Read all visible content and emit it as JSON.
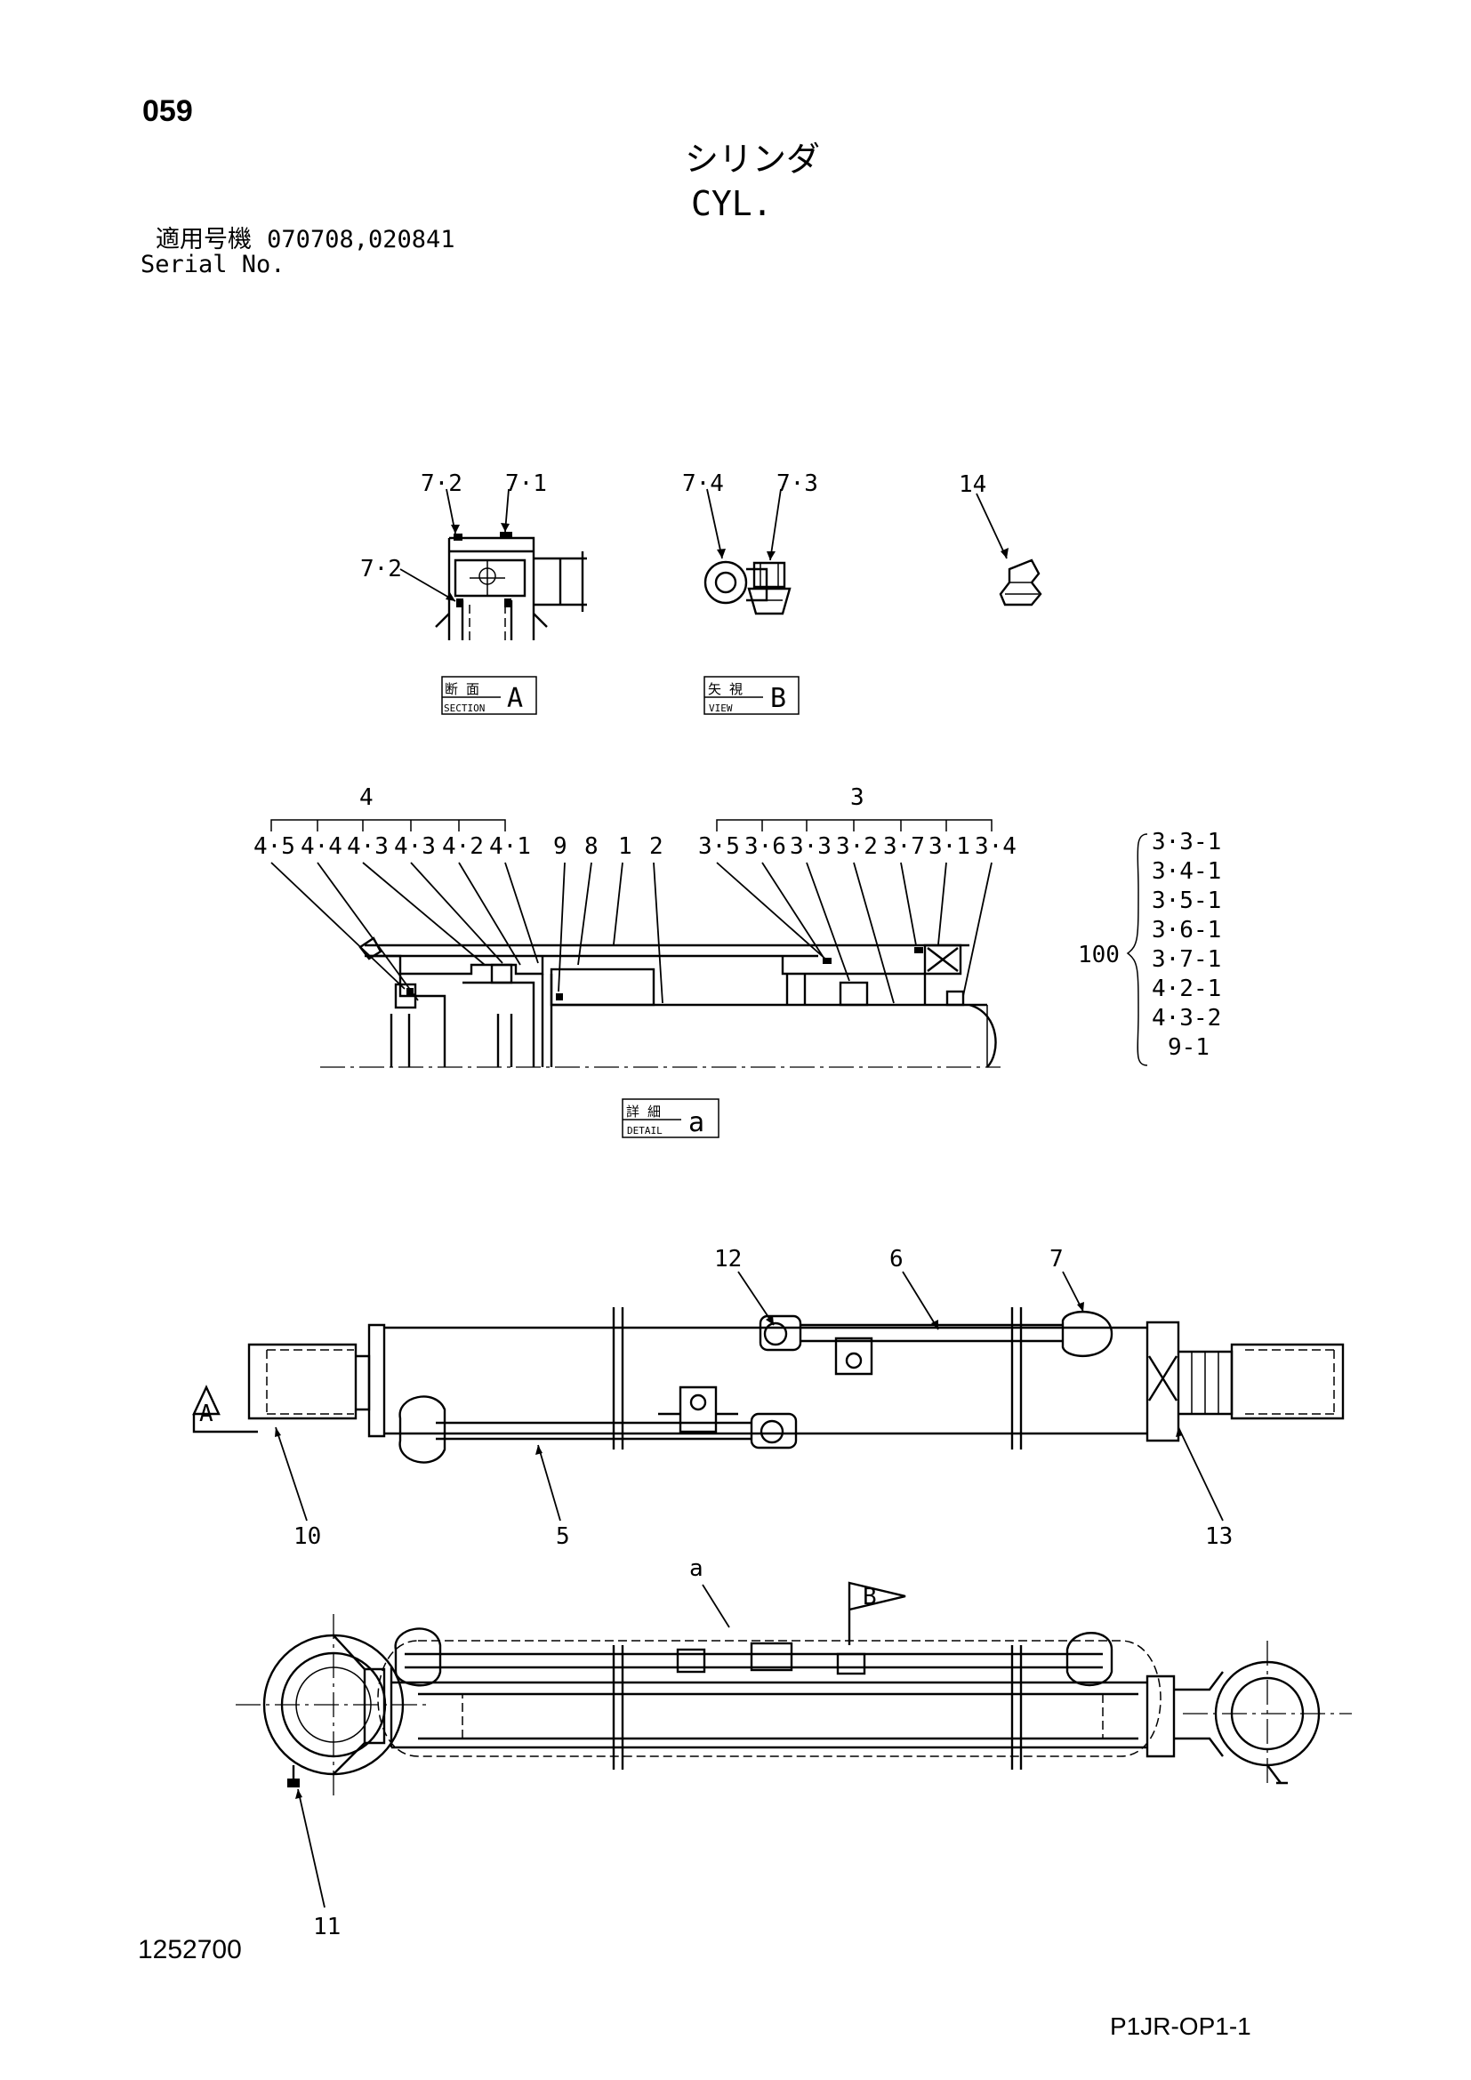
{
  "header": {
    "page_number": "059",
    "title_jp": "シリンダ",
    "title_en": "CYL.",
    "serial_label_jp": "適用号機",
    "serial_numbers": "070708,020841",
    "serial_label_en": "Serial No."
  },
  "views": {
    "section_a": {
      "kanji": "断 面",
      "word": "SECTION",
      "letter": "A"
    },
    "view_b": {
      "kanji": "矢 視",
      "word": "VIEW",
      "letter": "B"
    },
    "detail_a": {
      "kanji": "詳 細",
      "word": "DETAIL",
      "letter": "a"
    },
    "marker_a": "A",
    "marker_b": "B",
    "detail_marker": "a"
  },
  "callouts": {
    "c7_2_top": "7·2",
    "c7_1": "7·1",
    "c7_2_left": "7·2",
    "c7_4": "7·4",
    "c7_3": "7·3",
    "c14": "14",
    "g4": "4",
    "g3": "3",
    "c4_5": "4·5",
    "c4_4": "4·4",
    "c4_3a": "4·3",
    "c4_3b": "4·3",
    "c4_2": "4·2",
    "c4_1": "4·1",
    "c9": "9",
    "c8": "8",
    "c1": "1",
    "c2": "2",
    "c3_5": "3·5",
    "c3_6": "3·6",
    "c3_3": "3·3",
    "c3_2": "3·2",
    "c3_7": "3·7",
    "c3_1": "3·1",
    "c3_4": "3·4",
    "c12": "12",
    "c6": "6",
    "c7": "7",
    "c10": "10",
    "c5": "5",
    "c13": "13",
    "c11": "11"
  },
  "kit": {
    "label": "100",
    "items": [
      "3·3-1",
      "3·4-1",
      "3·5-1",
      "3·6-1",
      "3·7-1",
      "4·2-1",
      "4·3-2",
      "9-1"
    ]
  },
  "footer": {
    "drawing_number": "1252700",
    "sheet_code": "P1JR-OP1-1"
  }
}
